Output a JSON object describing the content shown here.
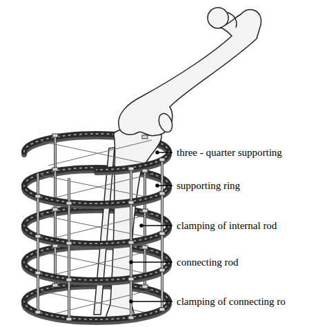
{
  "diagram": {
    "labels": [
      "three - quarter supporting",
      "supporting ring",
      "clamping of internal rod",
      "connecting rod",
      "clamping of connecting ro"
    ]
  }
}
